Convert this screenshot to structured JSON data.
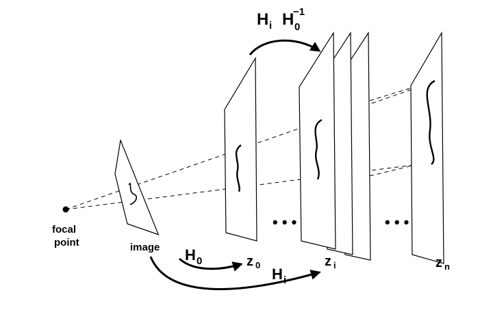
{
  "labels": {
    "focal_line1": "focal",
    "focal_line2": "point",
    "image": "image",
    "z0_main": "z",
    "z0_sub": "0",
    "zi_main": "z",
    "zi_sub": "i",
    "zn_main": "z",
    "zn_sub": "n",
    "h0_main": "H",
    "h0_sub": "0",
    "hi_main": "H",
    "hi_sub": "i",
    "top_h1_main": "H",
    "top_h1_sub": "i",
    "top_h2_main": "H",
    "top_h2_sub": "0",
    "top_h2_sup": "−1",
    "dots_1": "• • •",
    "dots_2": "• • •"
  }
}
